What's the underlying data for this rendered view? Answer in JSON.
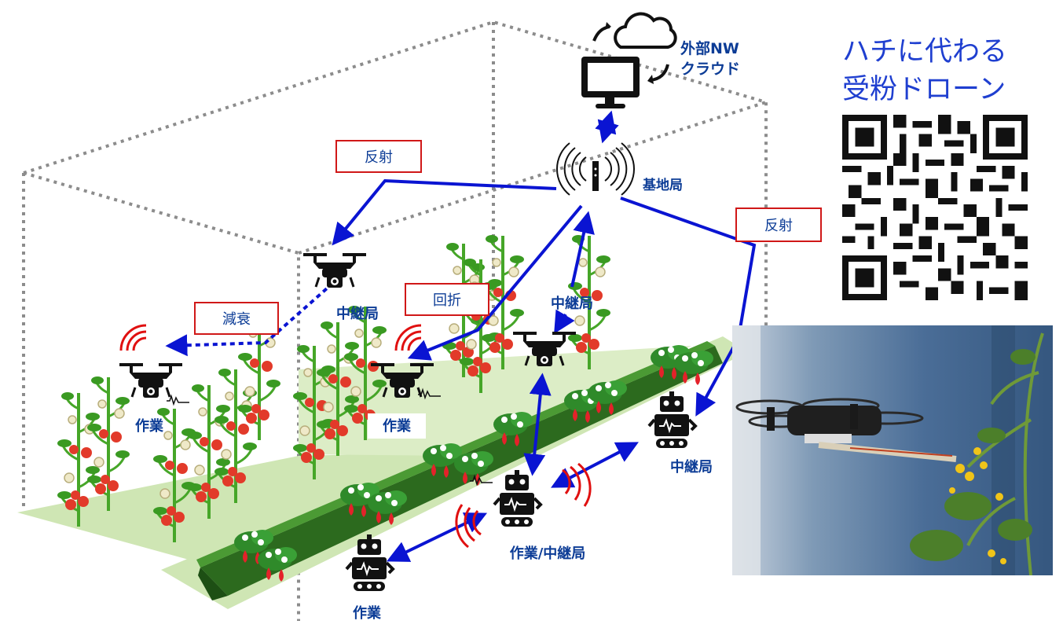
{
  "labels": {
    "cloud": "外部NW\nクラウド",
    "cloud_line1": "外部NW",
    "cloud_line2": "クラウド",
    "base_station": "基地局",
    "reflect_left": "反射",
    "reflect_right": "反射",
    "fold": "回折",
    "attenuation": "減衰",
    "relay_drone_top": "中継局",
    "relay_drone_center": "中継局",
    "relay_robot_right": "中継局",
    "work_drone_left": "作業",
    "work_drone_center": "作業",
    "work_relay_robot": "作業/中継局",
    "work_robot_bottom": "作業"
  },
  "promo": {
    "line1": "ハチに代わる",
    "line2": "受粉ドローン"
  },
  "icons": {
    "cloud": "cloud-icon",
    "monitor": "monitor-icon",
    "antenna": "antenna-icon",
    "drone": "drone-icon",
    "robot": "robot-icon",
    "plant": "tomato-plant-icon",
    "strawberry": "strawberry-icon",
    "qr": "qr-code-icon",
    "photo": "pollination-drone-photo"
  },
  "colors": {
    "link": "#0a14d2",
    "label_text": "#0c3c96",
    "promo_text": "#1f3fd0",
    "box_border": "#d01818",
    "signal_wave": "#e01010",
    "greenhouse_frame": "#8c8c8c",
    "floor": "#cfe6b4",
    "bed": "#2c6a1e",
    "tomato": "#e23a2a",
    "strawberry": "#e4222a"
  }
}
